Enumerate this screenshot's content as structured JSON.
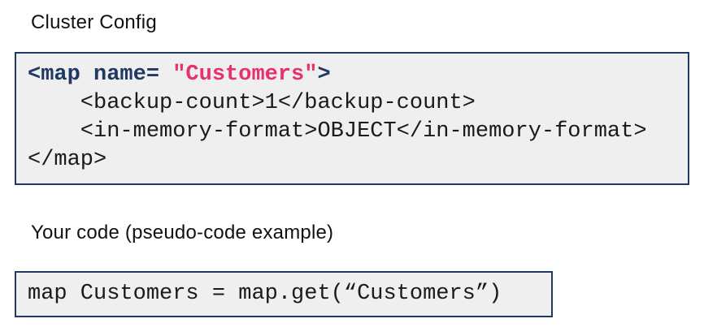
{
  "colors": {
    "navy": "#203864",
    "red": "#e6316b",
    "code_background": "#efefef",
    "page_background": "#ffffff",
    "text": "#1a1a1a"
  },
  "cluster_config": {
    "title": "Cluster Config",
    "line1": {
      "tag_open": "<map name= ",
      "attr_value": "\"Customers\"",
      "tag_close": ">"
    },
    "line2": "    <backup-count>1</backup-count>",
    "line3": "    <in-memory-format>OBJECT</in-memory-format>",
    "line4": "</map>"
  },
  "your_code": {
    "title": "Your code (pseudo-code example)",
    "code": "map Customers = map.get(“Customers”)"
  }
}
